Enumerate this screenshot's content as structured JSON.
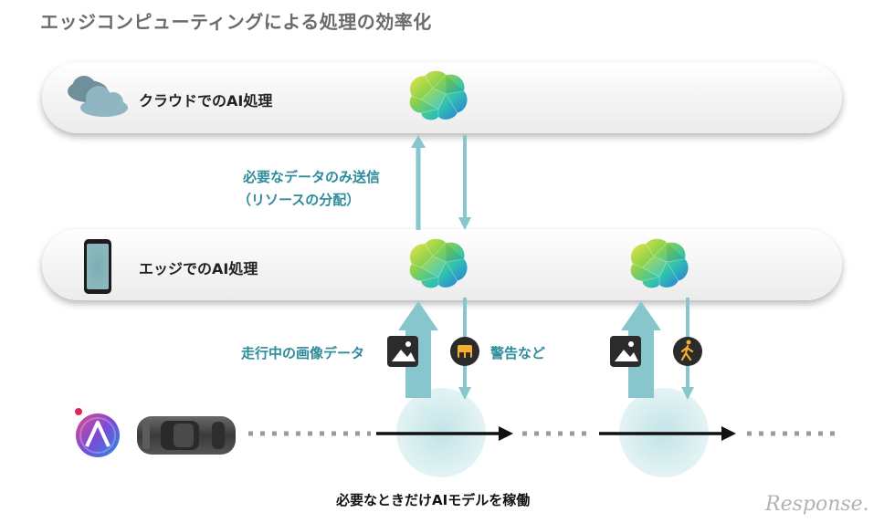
{
  "title": "エッジコンピューティングによる処理の効率化",
  "bands": {
    "cloud": {
      "label": "クラウドでのAI処理",
      "icon": "cloud-icon"
    },
    "edge": {
      "label": "エッジでのAI処理",
      "icon": "smartphone-icon"
    }
  },
  "arrows": {
    "upload_line1": "必要なデータのみ送信",
    "upload_line2": "（リソースの分配）",
    "image_data": "走行中の画像データ",
    "warning": "警告など"
  },
  "bottom_label": "必要なときだけAIモデルを稼働",
  "logo": "Response.",
  "icons": [
    "brain-icon",
    "image-icon",
    "hazard-icon",
    "pedestrian-icon",
    "car-icon",
    "app-logo-icon"
  ],
  "colors": {
    "teal": "#2e8c9a",
    "arrow_teal": "#86c6cc",
    "glow": "#c9e8ea",
    "cloud": "#7fa4b0"
  }
}
